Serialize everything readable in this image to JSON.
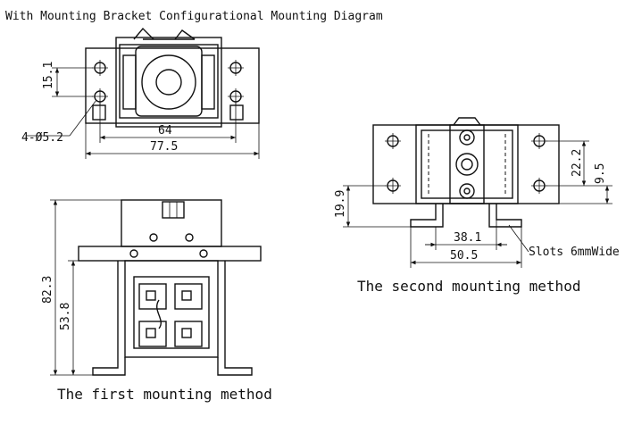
{
  "title": "With Mounting Bracket Configurational Mounting Diagram",
  "top_view": {
    "dim_height": "15.1",
    "dim_hole_spacing": "64",
    "dim_total_width": "77.5",
    "hole_label": "4-Ø5.2"
  },
  "first_method": {
    "caption": "The first mounting method",
    "dim_total_height": "82.3",
    "dim_body_height": "53.8"
  },
  "second_method": {
    "caption": "The second mounting method",
    "dim_hole_vertical": "22.2",
    "dim_hole_offset": "9.5",
    "dim_bracket_height": "19.9",
    "dim_inner_width": "38.1",
    "dim_outer_width": "50.5",
    "slot_label": "Slots 6mmWide"
  }
}
